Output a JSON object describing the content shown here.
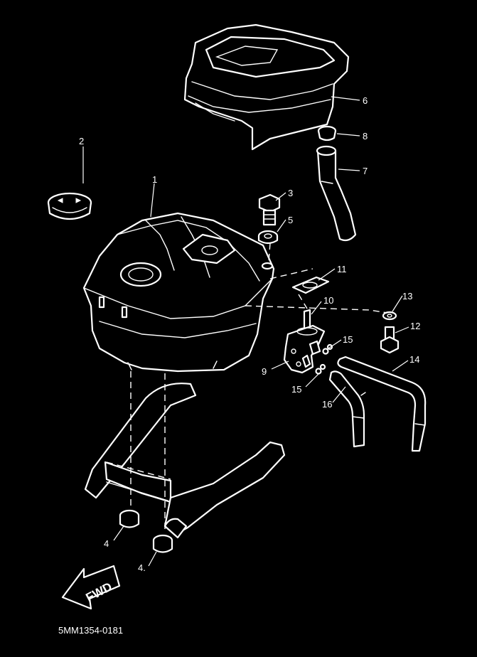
{
  "callouts": {
    "c1": "1",
    "c2": "2",
    "c3": "3",
    "c4a": "4",
    "c4b": "4.",
    "c5": "5",
    "c6": "6",
    "c7": "7",
    "c8": "8",
    "c9": "9",
    "c10": "10",
    "c11": "11",
    "c12": "12",
    "c13": "13",
    "c14": "14",
    "c15a": "15",
    "c15b": "15",
    "c16": "16"
  },
  "fwd_label": "FWD",
  "diagram_code": "5MM1354-0181",
  "colors": {
    "background": "#000000",
    "line": "#ffffff"
  }
}
